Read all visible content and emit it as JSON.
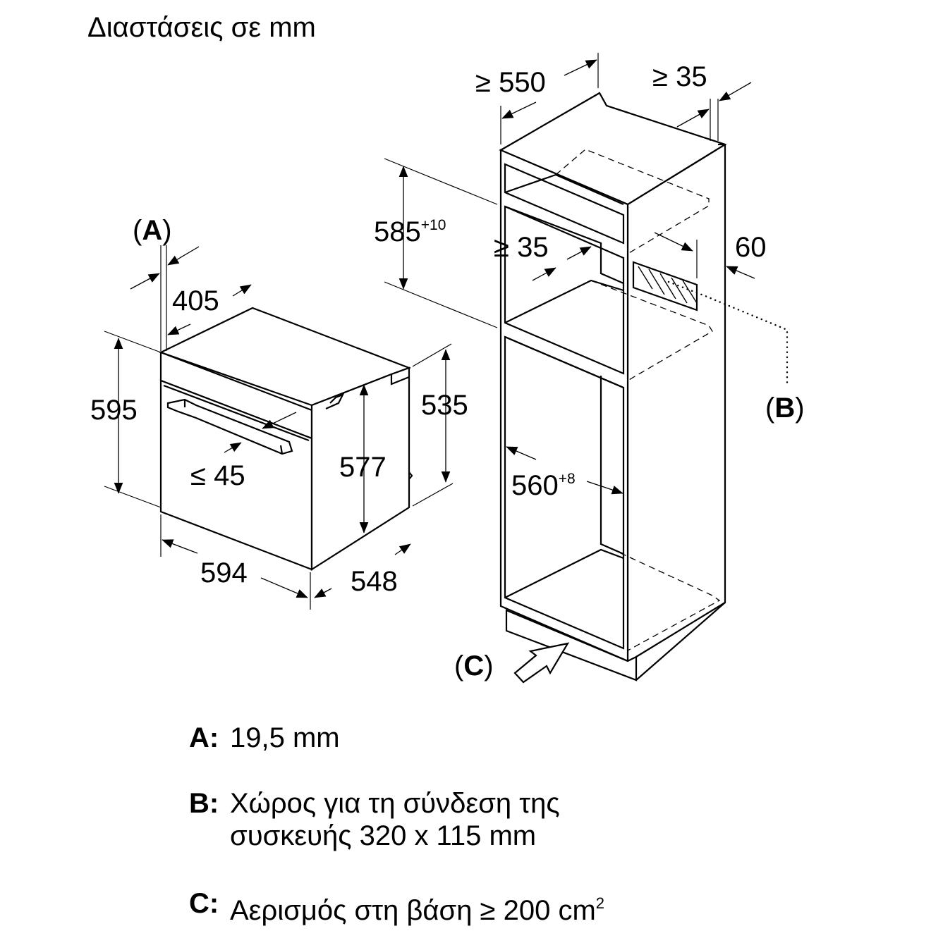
{
  "title": "Διαστάσεις σε mm",
  "oven": {
    "dim_405": "405",
    "dim_595": "595",
    "dim_535": "535",
    "dim_577": "577",
    "dim_45": "≤ 45",
    "dim_594": "594",
    "dim_548": "548",
    "label_a": "(A)",
    "label_a_letter": "A"
  },
  "cabinet": {
    "dim_550": "≥ 550",
    "dim_35_top": "≥ 35",
    "dim_585": "585",
    "dim_585_sup": "+10",
    "dim_35_inner": "≥ 35",
    "dim_60": "60",
    "dim_560": "560",
    "dim_560_sup": "+8",
    "label_b": "(B)",
    "label_b_letter": "B",
    "label_c": "(C)",
    "label_c_letter": "C"
  },
  "legend": [
    {
      "key": "A:",
      "lines": [
        "19,5 mm"
      ]
    },
    {
      "key": "B:",
      "lines": [
        "Χώρος για τη σύνδεση της",
        "συσκευής 320 x 115 mm"
      ]
    },
    {
      "key": "C:",
      "lines": [
        "Αερισμός στη βάση ≥ 200 cm"
      ],
      "sup": "2"
    }
  ]
}
